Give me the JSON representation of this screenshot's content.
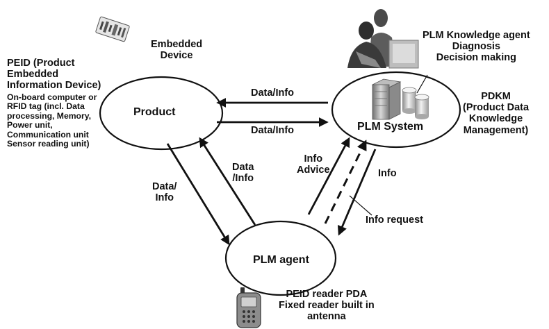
{
  "nodes": {
    "product": {
      "label": "Product"
    },
    "plm_system": {
      "label": "PLM System"
    },
    "plm_agent": {
      "label": "PLM agent"
    }
  },
  "labels": {
    "embedded_device": [
      "Embedded",
      "Device"
    ],
    "peid_title": [
      "PEID (Product",
      "Embedded",
      "Information Device)"
    ],
    "peid_details": [
      "On-board computer or",
      "RFID tag (incl. Data",
      "processing, Memory,",
      "Power unit,",
      "Communication unit",
      "Sensor reading unit)"
    ],
    "knowledge_agent": [
      "PLM Knowledge agent",
      "Diagnosis",
      "Decision making"
    ],
    "pdkm": [
      "PDKM",
      "(Product Data",
      "Knowledge",
      "Management)"
    ],
    "reader": [
      "PEID reader PDA",
      "Fixed reader built in",
      "antenna"
    ]
  },
  "edges": {
    "system_to_product": "Data/Info",
    "product_to_system": "Data/Info",
    "product_to_agent": [
      "Data/",
      "Info"
    ],
    "agent_to_product": [
      "Data",
      "/Info"
    ],
    "agent_to_system": [
      "Info",
      "Advice"
    ],
    "system_to_agent": "Info",
    "info_request": "Info request"
  },
  "icons": {
    "embedded_chip": "rfid-chip-icon",
    "people": "people-at-computer-icon",
    "server": "server-database-icon",
    "phone": "pda-phone-icon"
  },
  "colors": {
    "ink": "#111111",
    "gray_fill": "#9a9a9a"
  }
}
